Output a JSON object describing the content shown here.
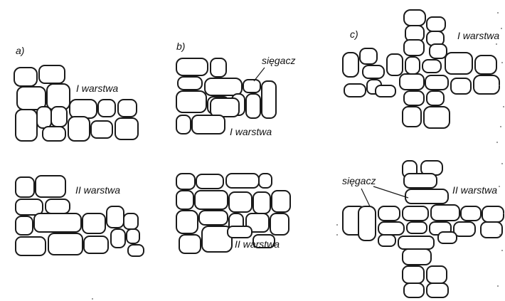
{
  "panels": [
    {
      "key": "a",
      "label": "a)",
      "upper_layer": "I warstwa",
      "lower_layer": "II warstwa"
    },
    {
      "key": "b",
      "label": "b)",
      "upper_layer": "I warstwa",
      "lower_layer": "II warstwa",
      "callout": "sięgacz"
    },
    {
      "key": "c",
      "label": "c)",
      "upper_layer": "I warstwa",
      "lower_layer": "II warstwa",
      "callout": "sięgacz"
    }
  ],
  "colors": {
    "stroke": "#1a1a1a",
    "fill": "#ffffff",
    "background": "#ffffff"
  }
}
